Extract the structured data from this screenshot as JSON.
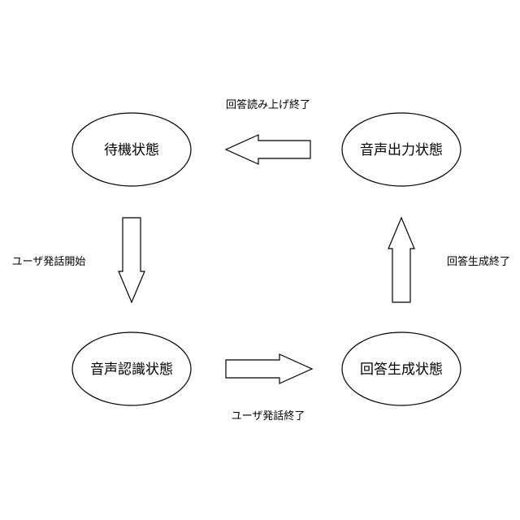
{
  "states": {
    "standby": "待機状態",
    "speech_output": "音声出力状態",
    "speech_recognition": "音声認識状態",
    "answer_generation": "回答生成状態"
  },
  "transitions": {
    "answer_readout_done": "回答読み上げ終了",
    "user_speech_start": "ユーザ発話開始",
    "user_speech_end": "ユーザ発話終了",
    "answer_generation_done": "回答生成終了"
  }
}
